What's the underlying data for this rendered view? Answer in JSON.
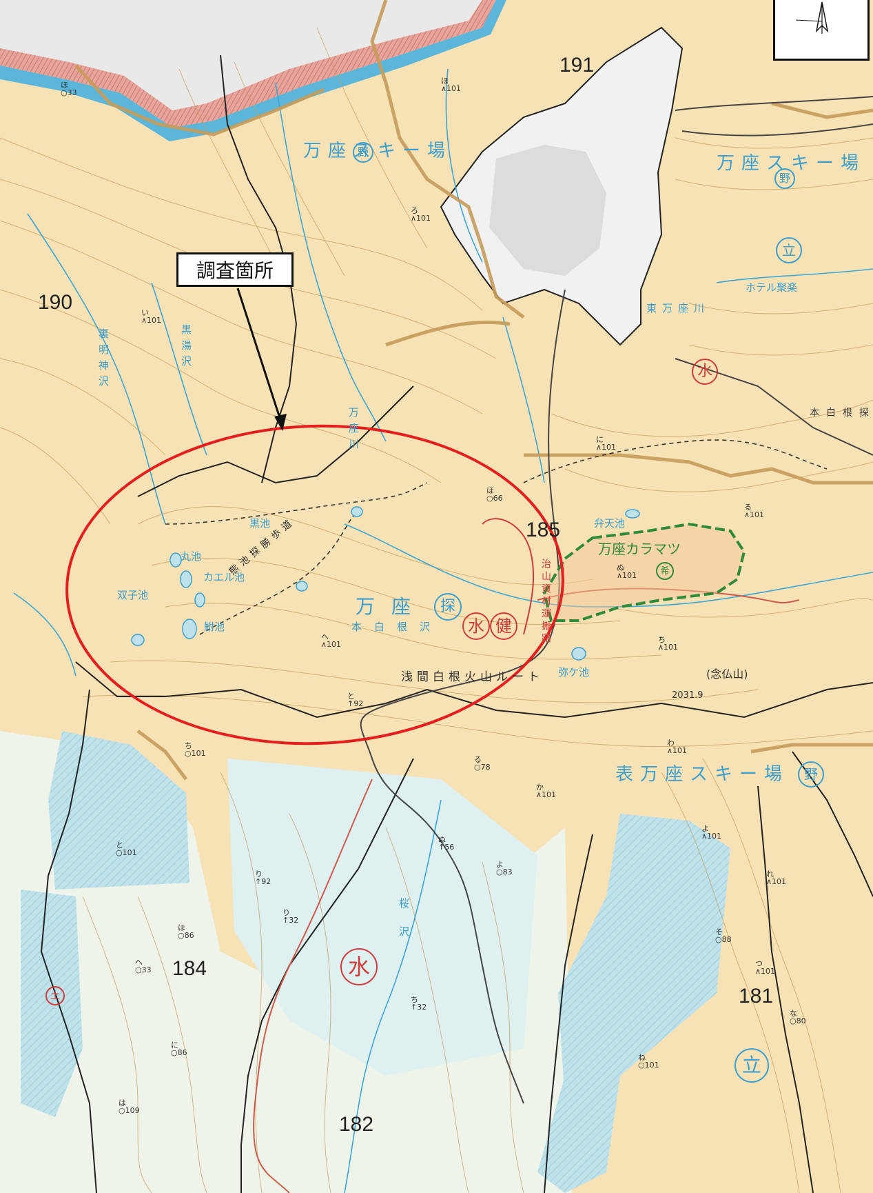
{
  "callout": {
    "label": "調査箇所"
  },
  "compartments": [
    "190",
    "191",
    "185",
    "184",
    "181",
    "182"
  ],
  "places": {
    "ski_north": "万座スキー場",
    "ski_northeast": "万座スキー場",
    "ski_south": "表万座スキー場",
    "area_name": "万座",
    "karamatsu": "万座カラマツ",
    "hotel": "ホテル聚楽",
    "nembutsu": "(念仏山)",
    "elevation": "2031.9",
    "route": "浅間白根火山ルート",
    "hakone_trail": "本白根探勝歩道",
    "kuma_trail": "熊池探勝歩道",
    "stream_ura": "裏明神沢",
    "stream_kuroyu": "黒湯沢",
    "stream_manza": "万座川",
    "stream_honshirane": "本白根沢",
    "stream_sakura": "桜沢",
    "river_higashi": "東万座川",
    "haul_road": "治山資材運搬路"
  },
  "ponds": [
    "黒池",
    "丸池",
    "カエル池",
    "双子池",
    "鮒池",
    "弁天池",
    "弥ケ池"
  ],
  "symbols": {
    "water": "水",
    "health": "健",
    "explore": "探",
    "wild": "野",
    "stand": "立",
    "rare": "希",
    "soil": "土"
  },
  "parcels": [
    "い\n∧101",
    "ほ\n∧101",
    "ろ\n∧101",
    "に\n∧101",
    "ち\n∧101",
    "る\n∧101",
    "へ\n∧101",
    "と\n○101",
    "ち\n○101",
    "わ\n∧101",
    "ぬ\n∧101",
    "か\n∧101",
    "ほ\n○66",
    "ほ\n○33",
    "よ\n∧101",
    "れ\n∧101",
    "そ\n○88",
    "つ\n∧101",
    "な\n○80",
    "ね\n○101",
    "ほ\n○86",
    "へ\n○33",
    "に\n○86",
    "は\n○109",
    "る\n○78",
    "よ\n○83",
    "ぬ\n↑56",
    "り\n↑92",
    "り\n↑32",
    "と\n↑92",
    "ち\n↑32"
  ]
}
